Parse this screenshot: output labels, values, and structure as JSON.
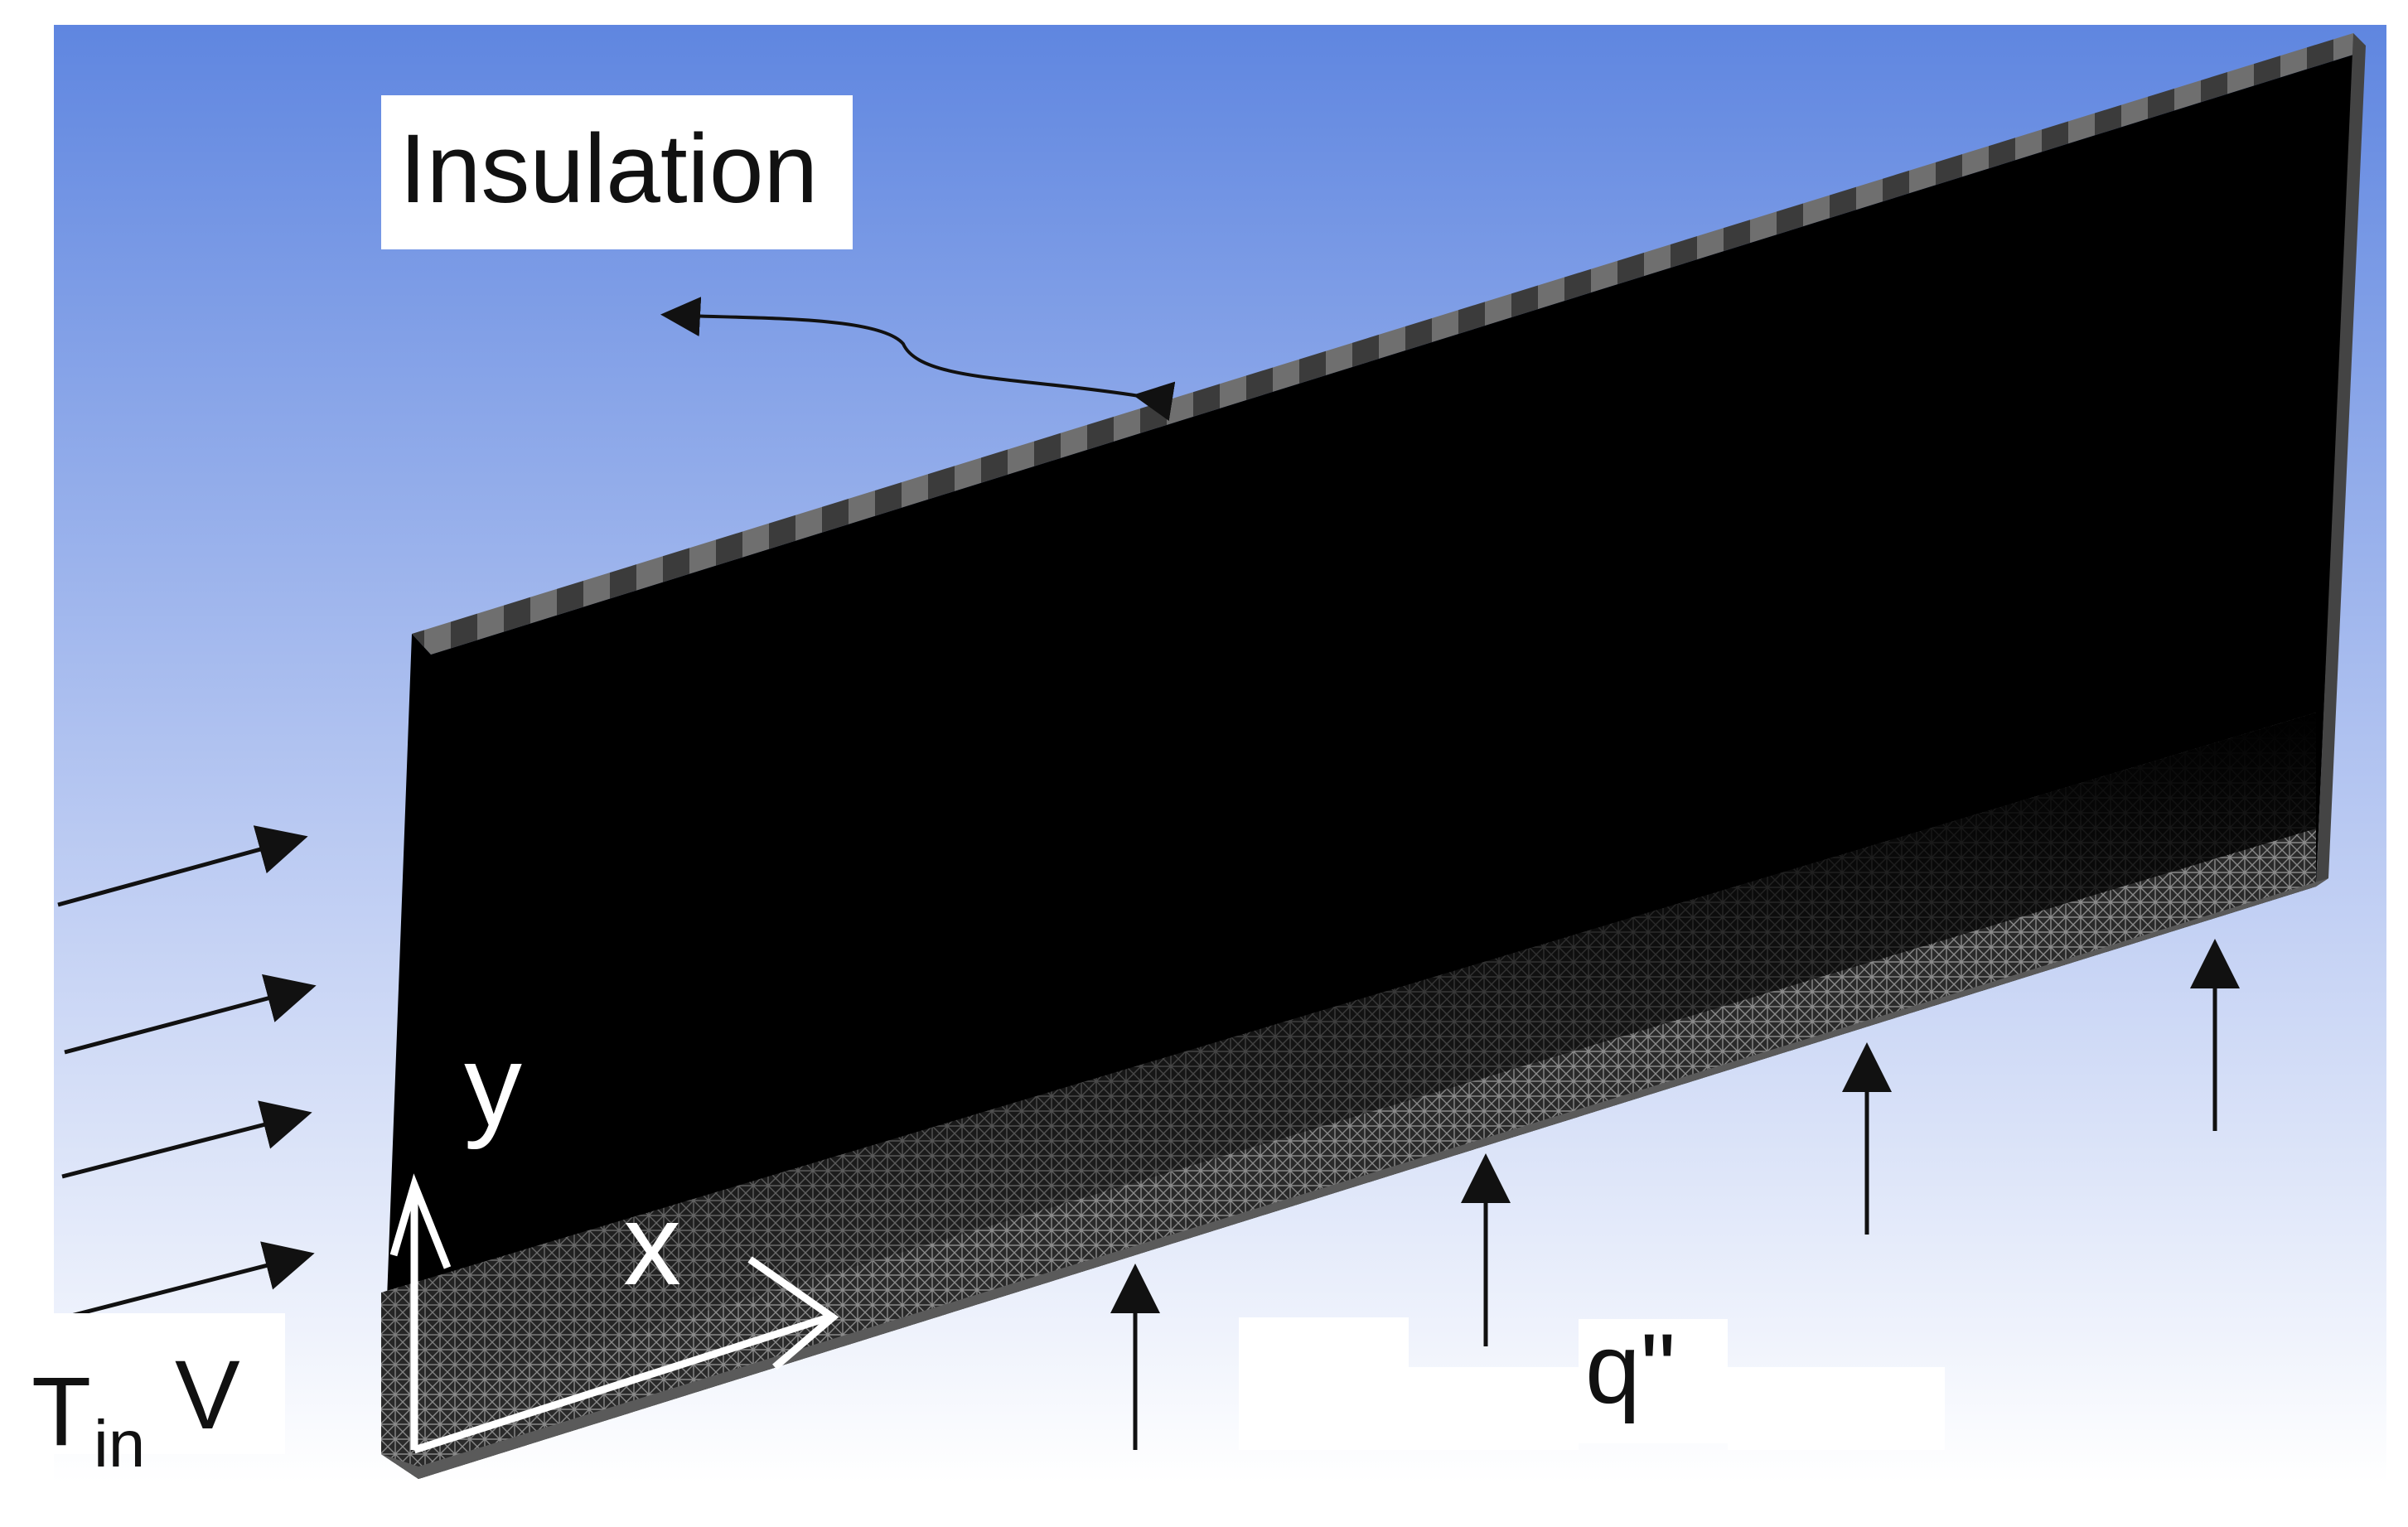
{
  "labels": {
    "insulation": "Insulation",
    "heat_flux": "q\"",
    "inlet_temp": "T",
    "inlet_temp_sub": "in",
    "velocity": "V",
    "axis_y": "y",
    "axis_x": "x"
  },
  "colors": {
    "sky_top": "#5f86e0",
    "sky_bottom": "#ffffff",
    "plate": "#000000",
    "mesh": "#5a5a5a",
    "arrow": "#111111",
    "axis": "#ffffff"
  }
}
